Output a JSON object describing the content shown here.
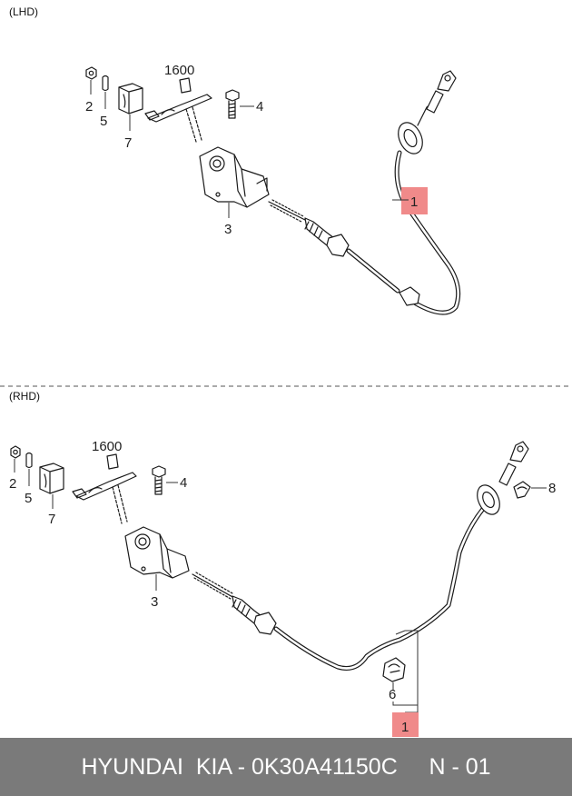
{
  "sections": {
    "lhd": "(LHD)",
    "rhd": "(RHD)"
  },
  "labels": {
    "lhd": {
      "p2": "2",
      "p5": "5",
      "p7": "7",
      "p1600": "1600",
      "p4": "4",
      "p3": "3",
      "p1": "1"
    },
    "rhd": {
      "p2": "2",
      "p5": "5",
      "p7": "7",
      "p1600": "1600",
      "p4": "4",
      "p3": "3",
      "p8": "8",
      "p6": "6",
      "p1": "1"
    }
  },
  "footer": {
    "text": "HYUNDAI  KIA - 0K30A41150C     N - 01"
  },
  "colors": {
    "highlight": "#f08a8a",
    "footer_bg": "#7a7a7a",
    "footer_text": "#ffffff"
  }
}
